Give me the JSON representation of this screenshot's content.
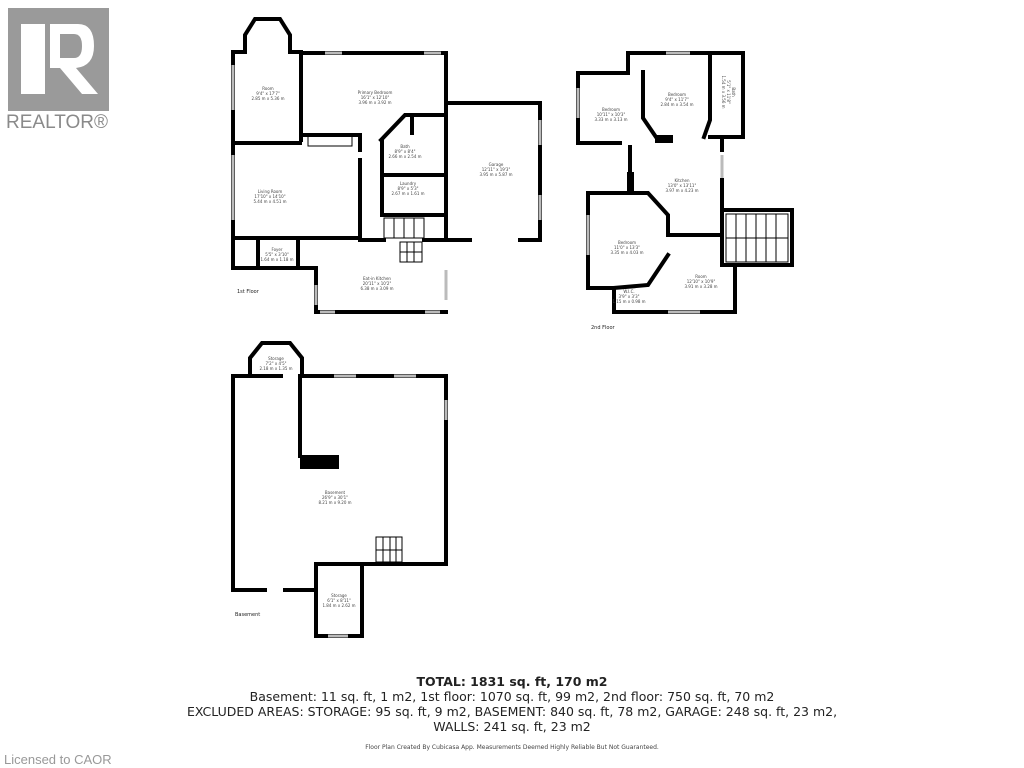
{
  "logo": {
    "text": "REALTOR®",
    "color": "#9a9a9a"
  },
  "floors": {
    "first": {
      "label": "1st Floor",
      "rooms": [
        {
          "name": "Room",
          "imperial": "9'4\" x 17'7\"",
          "metric": "2.85 m x 5.36 m"
        },
        {
          "name": "Primary Bedroom",
          "imperial": "16'1\" x 12'10\"",
          "metric": "3.96 m x 3.92 m"
        },
        {
          "name": "Bath",
          "imperial": "8'9\" x 8'4\"",
          "metric": "2.66 m x 2.54 m"
        },
        {
          "name": "Garage",
          "imperial": "12'11\" x 19'3\"",
          "metric": "3.95 m x 5.87 m"
        },
        {
          "name": "Laundry",
          "imperial": "8'9\" x 5'3\"",
          "metric": "2.67 m x 1.61 m"
        },
        {
          "name": "Living Room",
          "imperial": "17'10\" x 14'10\"",
          "metric": "5.44 m x 4.51 m"
        },
        {
          "name": "Foyer",
          "imperial": "5'5\" x 3'10\"",
          "metric": "1.64 m x 1.18 m"
        },
        {
          "name": "Eat-in Kitchen",
          "imperial": "20'11\" x 10'2\"",
          "metric": "6.38 m x 3.09 m"
        }
      ]
    },
    "second": {
      "label": "2nd Floor",
      "rooms": [
        {
          "name": "Bedroom",
          "imperial": "10'11\" x 10'3\"",
          "metric": "3.33 m x 3.13 m"
        },
        {
          "name": "Bedroom",
          "imperial": "9'4\" x 11'7\"",
          "metric": "2.84 m x 3.54 m"
        },
        {
          "name": "Bath",
          "imperial": "5'1\" x 11'8\"",
          "metric": "1.54 m x 3.56 m"
        },
        {
          "name": "Kitchen",
          "imperial": "13'0\" x 13'11\"",
          "metric": "3.97 m x 4.23 m"
        },
        {
          "name": "Bedroom",
          "imperial": "11'0\" x 13'3\"",
          "metric": "3.35 m x 4.03 m"
        },
        {
          "name": "Room",
          "imperial": "12'10\" x 10'9\"",
          "metric": "3.91 m x 3.28 m"
        },
        {
          "name": "W.I.C.",
          "imperial": "3'9\" x 3'3\"",
          "metric": "1.15 m x 0.98 m"
        }
      ]
    },
    "basement": {
      "label": "Basement",
      "rooms": [
        {
          "name": "Storage",
          "imperial": "7'2\" x 4'5\"",
          "metric": "2.18 m x 1.35 m"
        },
        {
          "name": "Basement",
          "imperial": "26'9\" x 30'1\"",
          "metric": "8.21 m x 9.20 m"
        },
        {
          "name": "Storage",
          "imperial": "6'1\" x 8'11\"",
          "metric": "1.84 m x 2.62 m"
        }
      ]
    }
  },
  "summary": {
    "total": "TOTAL: 1831 sq. ft, 170 m2",
    "line1": "Basement: 11 sq. ft, 1 m2, 1st floor: 1070 sq. ft, 99 m2, 2nd floor: 750 sq. ft, 70 m2",
    "line2": "EXCLUDED AREAS: STORAGE: 95 sq. ft, 9 m2, BASEMENT: 840 sq. ft, 78 m2, GARAGE: 248 sq. ft, 23 m2,",
    "line3": "WALLS: 241 sq. ft, 23 m2",
    "credit": "Floor Plan Created By Cubicasa App. Measurements Deemed Highly Reliable But Not Guaranteed."
  },
  "license": "Licensed to CAOR"
}
